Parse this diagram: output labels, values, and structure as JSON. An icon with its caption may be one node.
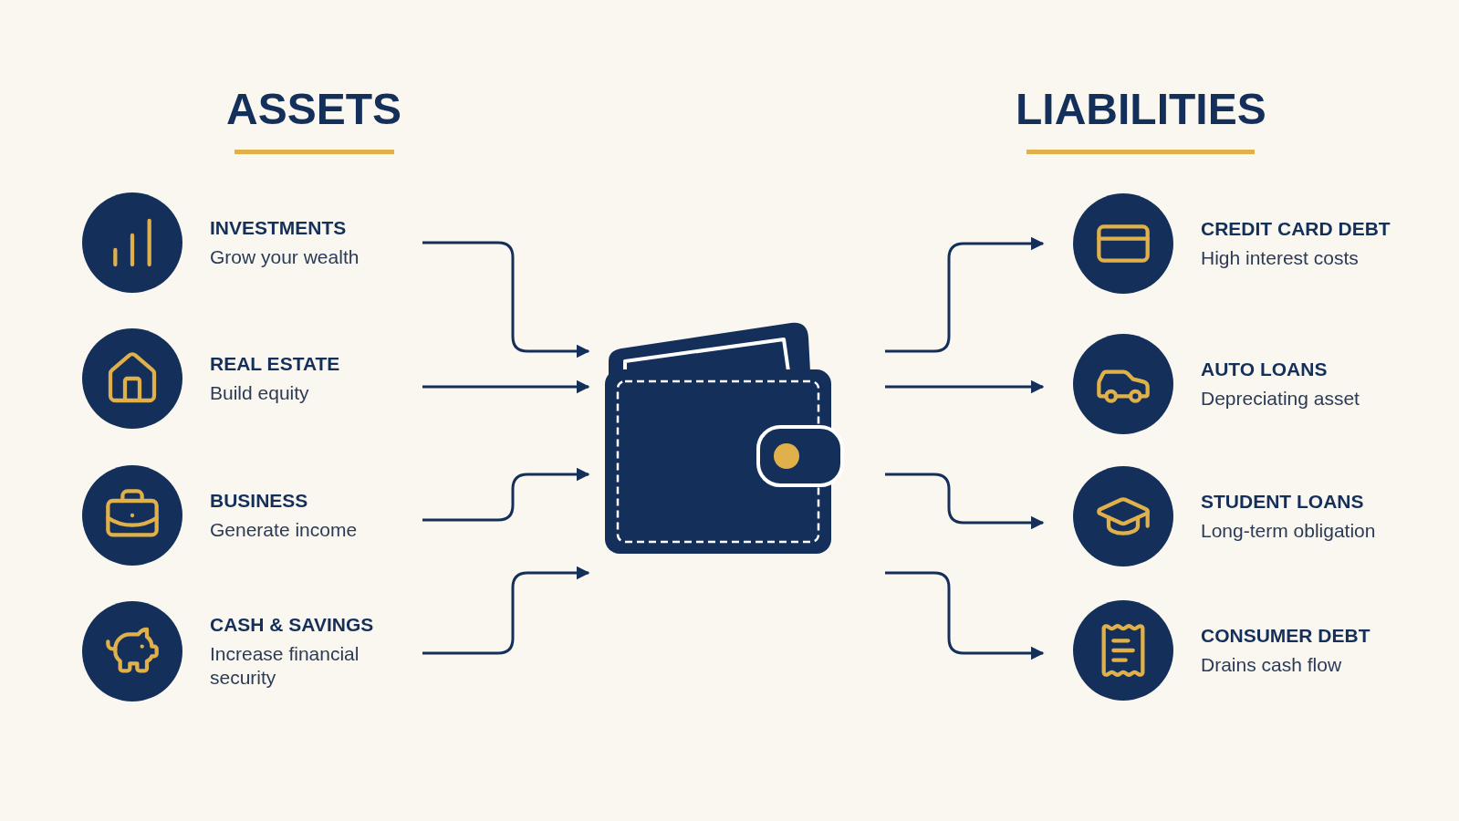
{
  "diagram": {
    "nodes": [
      {
        "text": [
          "INVESTMENTS",
          "Grow your wealth"
        ]
      },
      {
        "text": [
          "REAL ESTATE",
          "Build equity"
        ]
      },
      {
        "text": [
          "BUSINESS",
          "Generate income"
        ]
      },
      {
        "text": [
          "CASH & SAVINGS",
          "Increase financial security"
        ]
      },
      {
        "text": [],
        "shape": "picture"
      },
      {
        "text": [
          "CREDIT CARD DEBT",
          "High interest costs"
        ]
      },
      {
        "text": [
          "AUTO LOANS",
          "Depreciating asset"
        ]
      },
      {
        "text": [
          "STUDENT LOANS",
          "Long-term obligation"
        ]
      },
      {
        "text": [
          "CONSUMER DEBT",
          "Drains cash flow"
        ]
      }
    ],
    "edges": [
      {
        "from": 0,
        "to": 4,
        "arrow": "to"
      },
      {
        "from": 1,
        "to": 4,
        "arrow": "to"
      },
      {
        "from": 2,
        "to": 4,
        "arrow": "to"
      },
      {
        "from": 3,
        "to": 4,
        "arrow": "to"
      },
      {
        "from": 4,
        "to": 5,
        "arrow": "to"
      },
      {
        "from": 4,
        "to": 6,
        "arrow": "to"
      },
      {
        "from": 4,
        "to": 7,
        "arrow": "to"
      },
      {
        "from": 4,
        "to": 8,
        "arrow": "to"
      }
    ],
    "labels": [
      "ASSETS",
      "LIABILITIES"
    ]
  }
}
